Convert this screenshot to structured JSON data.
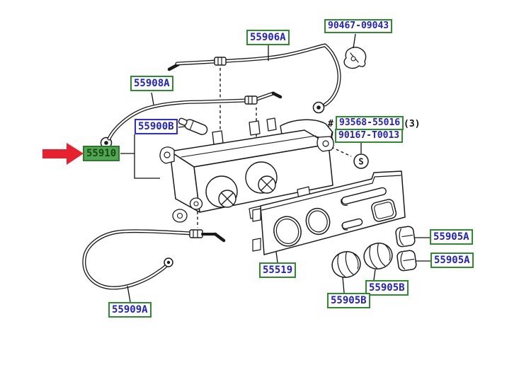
{
  "diagram": {
    "kind": "parts-exploded-diagram",
    "highlighted_part": "55910",
    "screw_symbol": "S",
    "hash_mark": "#",
    "quantity_note": "(3)",
    "paren_mark": "(",
    "colors": {
      "label_text": "#2020cc",
      "label_border_green": "#2e8b2e",
      "label_border_blue": "#2d2de0",
      "highlight_bg": "#52a552",
      "highlight_text": "#134a13",
      "arrow_red": "#e8212e",
      "line_art": "#1a1a1a",
      "background": "#ffffff"
    }
  },
  "part_labels": {
    "p55906a": "55906A",
    "p90467_09043": "90467-09043",
    "p55908a": "55908A",
    "p55900b": "55900B",
    "p55910": "55910",
    "p93568_55016": "93568-55016",
    "p90167_t0013": "90167-T0013",
    "p55519": "55519",
    "p55905b": "55905B",
    "p55905a": "55905A",
    "p55909a": "55909A"
  }
}
